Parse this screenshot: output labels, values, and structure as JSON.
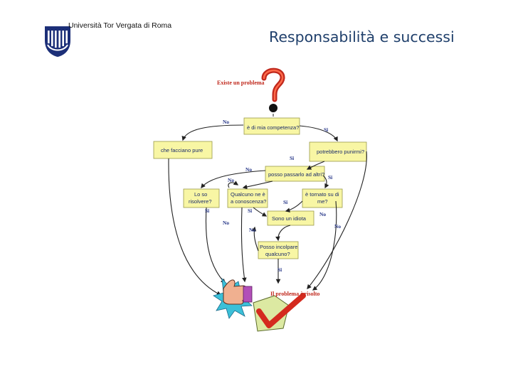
{
  "header": {
    "university": "Università Tor Vergata di Roma",
    "title": "Responsabilità e successi"
  },
  "diagram": {
    "start": "Existe un problema",
    "end": "Il problema è risolto",
    "nodes": {
      "competenza": "è di mia competenza?",
      "facciano": "che facciano pure",
      "punirmi": "potrebbero punirmi?",
      "passarlo": "posso passarlo ad altri?",
      "loso": [
        "Lo so",
        "risolvere?"
      ],
      "qualcuno": [
        "Qualcuno ne è",
        "a conoscenza?"
      ],
      "tornato": [
        "è tornato su di",
        "me?"
      ],
      "idiota": "Sono un idiota",
      "incolpare": [
        "Posso incolpare",
        "qualcuno?"
      ]
    },
    "labels": {
      "yes": "Si",
      "no": "No"
    },
    "colors": {
      "box": "#f8f6a4",
      "box_border": "#9a9a4a",
      "arrow": "#222222",
      "red": "#d42a1e",
      "navy": "#1a2a6a"
    }
  }
}
